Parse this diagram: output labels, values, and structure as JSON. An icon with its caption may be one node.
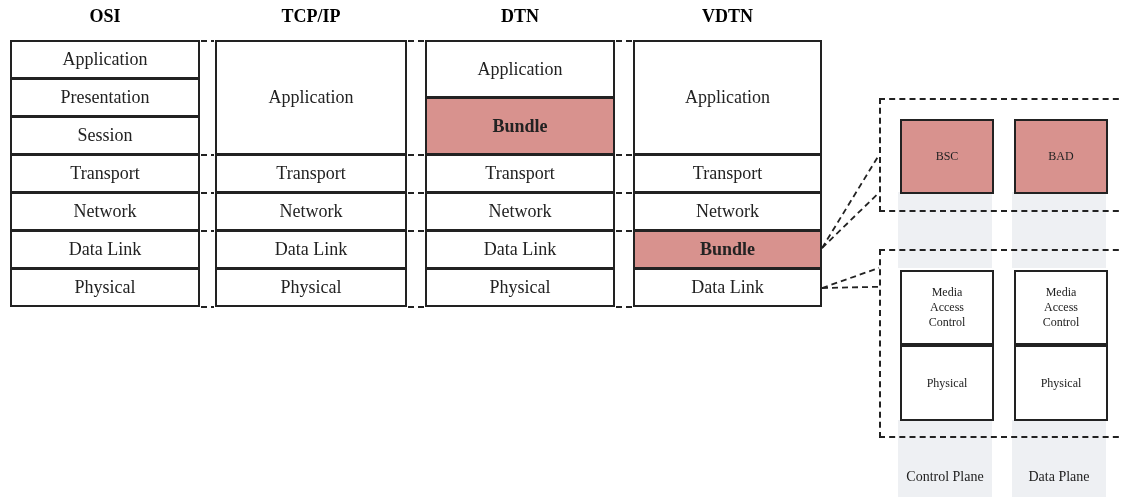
{
  "diagram": {
    "nodes": [
      {
        "text": [
          "Application"
        ]
      },
      {
        "text": [
          "Presentation"
        ]
      },
      {
        "text": [
          "Session"
        ]
      },
      {
        "text": [
          "Transport"
        ]
      },
      {
        "text": [
          "Network"
        ]
      },
      {
        "text": [
          "Data Link"
        ]
      },
      {
        "text": [
          "Physical"
        ]
      },
      {
        "text": [
          "Application"
        ]
      },
      {
        "text": [
          "Transport"
        ]
      },
      {
        "text": [
          "Network"
        ]
      },
      {
        "text": [
          "Data Link"
        ]
      },
      {
        "text": [
          "Physical"
        ]
      },
      {
        "text": [
          "Application"
        ]
      },
      {
        "text": [
          "Bundle"
        ]
      },
      {
        "text": [
          "Transport"
        ]
      },
      {
        "text": [
          "Network"
        ]
      },
      {
        "text": [
          "Data Link"
        ]
      },
      {
        "text": [
          "Physical"
        ]
      },
      {
        "text": [
          "Application"
        ]
      },
      {
        "text": [
          "Transport"
        ]
      },
      {
        "text": [
          "Network"
        ]
      },
      {
        "text": [
          "Bundle"
        ]
      },
      {
        "text": [
          "Data Link"
        ]
      },
      {
        "text": [],
        "shape": "box"
      },
      {
        "text": [
          "BSC"
        ],
        "in": 23
      },
      {
        "text": [
          "BAD"
        ],
        "in": 23
      },
      {
        "text": [],
        "shape": "box"
      },
      {
        "text": [
          "Media Access Control"
        ],
        "in": 26
      },
      {
        "text": [
          "Media Access Control"
        ],
        "in": 26
      },
      {
        "text": [
          "Physical"
        ],
        "in": 26
      },
      {
        "text": [
          "Physical"
        ],
        "in": 26
      },
      {
        "text": [
          "Control Plane"
        ]
      },
      {
        "text": [
          "Data Plane"
        ]
      }
    ],
    "edges": [
      {
        "from": 21,
        "to": 23,
        "arrow": "none",
        "style": "dashed"
      },
      {
        "from": 21,
        "to": 23,
        "arrow": "none",
        "style": "dashed"
      },
      {
        "from": 22,
        "to": 26,
        "arrow": "none",
        "style": "dashed"
      },
      {
        "from": 22,
        "to": 26,
        "arrow": "none",
        "style": "dashed"
      },
      {
        "from": 0,
        "to": 7,
        "arrow": "none",
        "style": "dashed"
      },
      {
        "from": 7,
        "to": 12,
        "arrow": "none",
        "style": "dashed"
      },
      {
        "from": 12,
        "to": 18,
        "arrow": "none",
        "style": "dashed"
      },
      {
        "from": 3,
        "to": 8,
        "arrow": "none",
        "style": "dashed"
      },
      {
        "from": 8,
        "to": 14,
        "arrow": "none",
        "style": "dashed"
      },
      {
        "from": 14,
        "to": 19,
        "arrow": "none",
        "style": "dashed"
      },
      {
        "from": 4,
        "to": 9,
        "arrow": "none",
        "style": "dashed"
      },
      {
        "from": 9,
        "to": 15,
        "arrow": "none",
        "style": "dashed"
      },
      {
        "from": 15,
        "to": 20,
        "arrow": "none",
        "style": "dashed"
      },
      {
        "from": 5,
        "to": 10,
        "arrow": "none",
        "style": "dashed"
      },
      {
        "from": 10,
        "to": 16,
        "arrow": "none",
        "style": "dashed"
      },
      {
        "from": 16,
        "to": 21,
        "arrow": "none",
        "style": "dashed"
      },
      {
        "from": 6,
        "to": 11,
        "arrow": "none",
        "style": "dashed"
      },
      {
        "from": 11,
        "to": 17,
        "arrow": "none",
        "style": "dashed"
      },
      {
        "from": 17,
        "to": 22,
        "arrow": "none",
        "style": "dashed"
      }
    ],
    "labels": [
      "OSI",
      "TCP/IP",
      "DTN",
      "VDTN"
    ]
  }
}
